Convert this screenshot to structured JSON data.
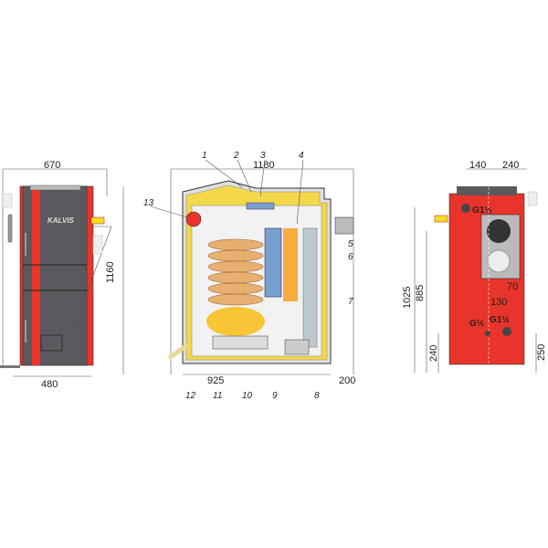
{
  "front_view": {
    "brand": "KALVIS",
    "dim_width_top": "670",
    "dim_height": "1160",
    "dim_width_bottom": "480"
  },
  "section_view": {
    "dim_depth": "1180",
    "dim_bottom_left": "925",
    "dim_bottom_right": "200",
    "callouts": [
      "1",
      "2",
      "3",
      "4",
      "5",
      "6",
      "7",
      "8",
      "9",
      "10",
      "11",
      "12",
      "13"
    ]
  },
  "rear_view": {
    "dim_top_left": "140",
    "dim_top_right": "240",
    "thread_top": "G1½",
    "dim_70": "70",
    "dim_130": "130",
    "thread_bottom_left": "G½",
    "thread_bottom_right": "G1½",
    "dim_height_1025": "1025",
    "dim_height_885": "885",
    "dim_height_240": "240",
    "dim_height_250": "250"
  },
  "colors": {
    "red": "#e8342a",
    "dark": "#5a5a5e",
    "insulation": "#f0d040",
    "flame": "#f7a020"
  }
}
